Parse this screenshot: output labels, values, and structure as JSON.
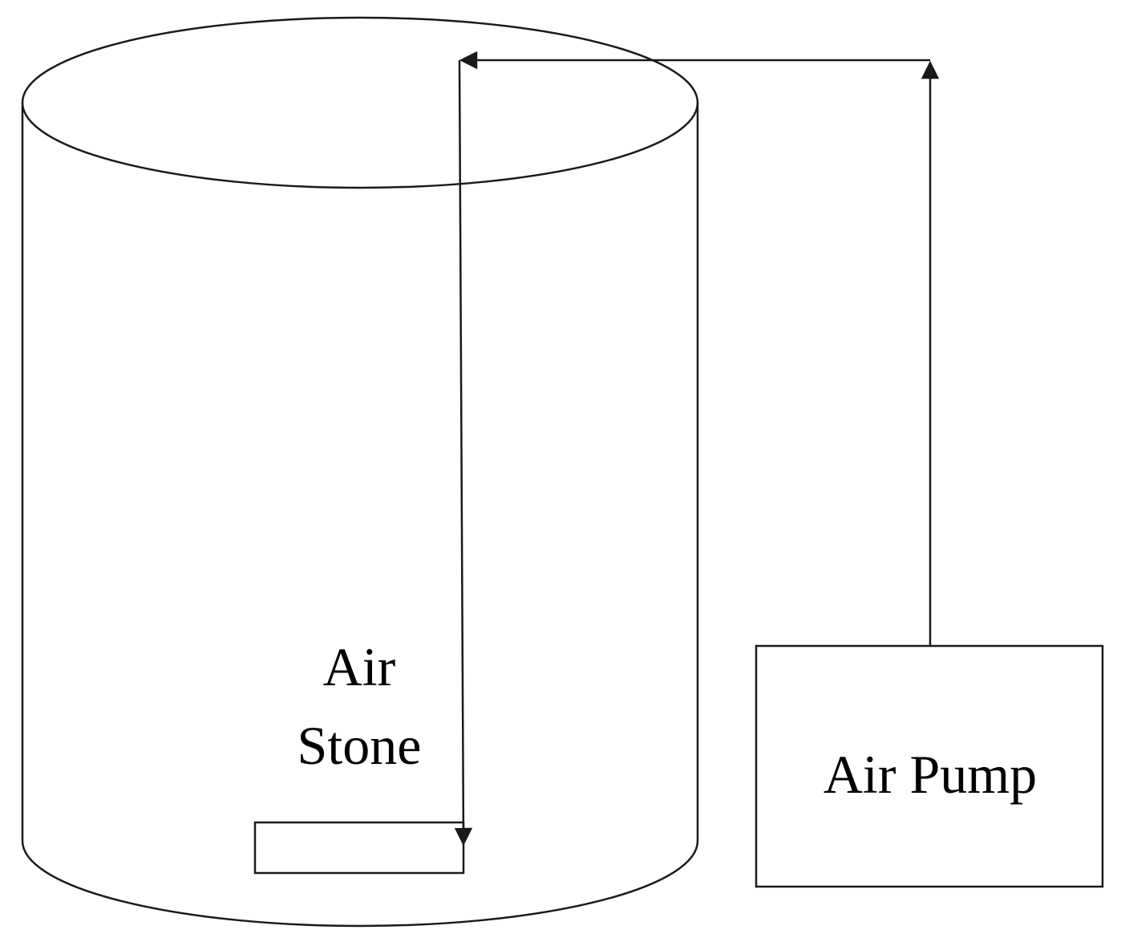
{
  "labels": {
    "air_stone_line1": "Air",
    "air_stone_line2": "Stone",
    "air_pump": "Air Pump"
  },
  "components": {
    "container": {
      "shape": "cylinder"
    },
    "air_stone": {
      "shape": "rectangle",
      "location": "bottom of container"
    },
    "air_pump": {
      "shape": "rectangle",
      "location": "outside container, right"
    },
    "air_line": {
      "from": "air_pump",
      "to": "air_stone",
      "arrows": [
        "up",
        "left",
        "down"
      ]
    }
  },
  "colors": {
    "line": "#1a1a1a",
    "text": "#000000",
    "background": "#ffffff"
  }
}
